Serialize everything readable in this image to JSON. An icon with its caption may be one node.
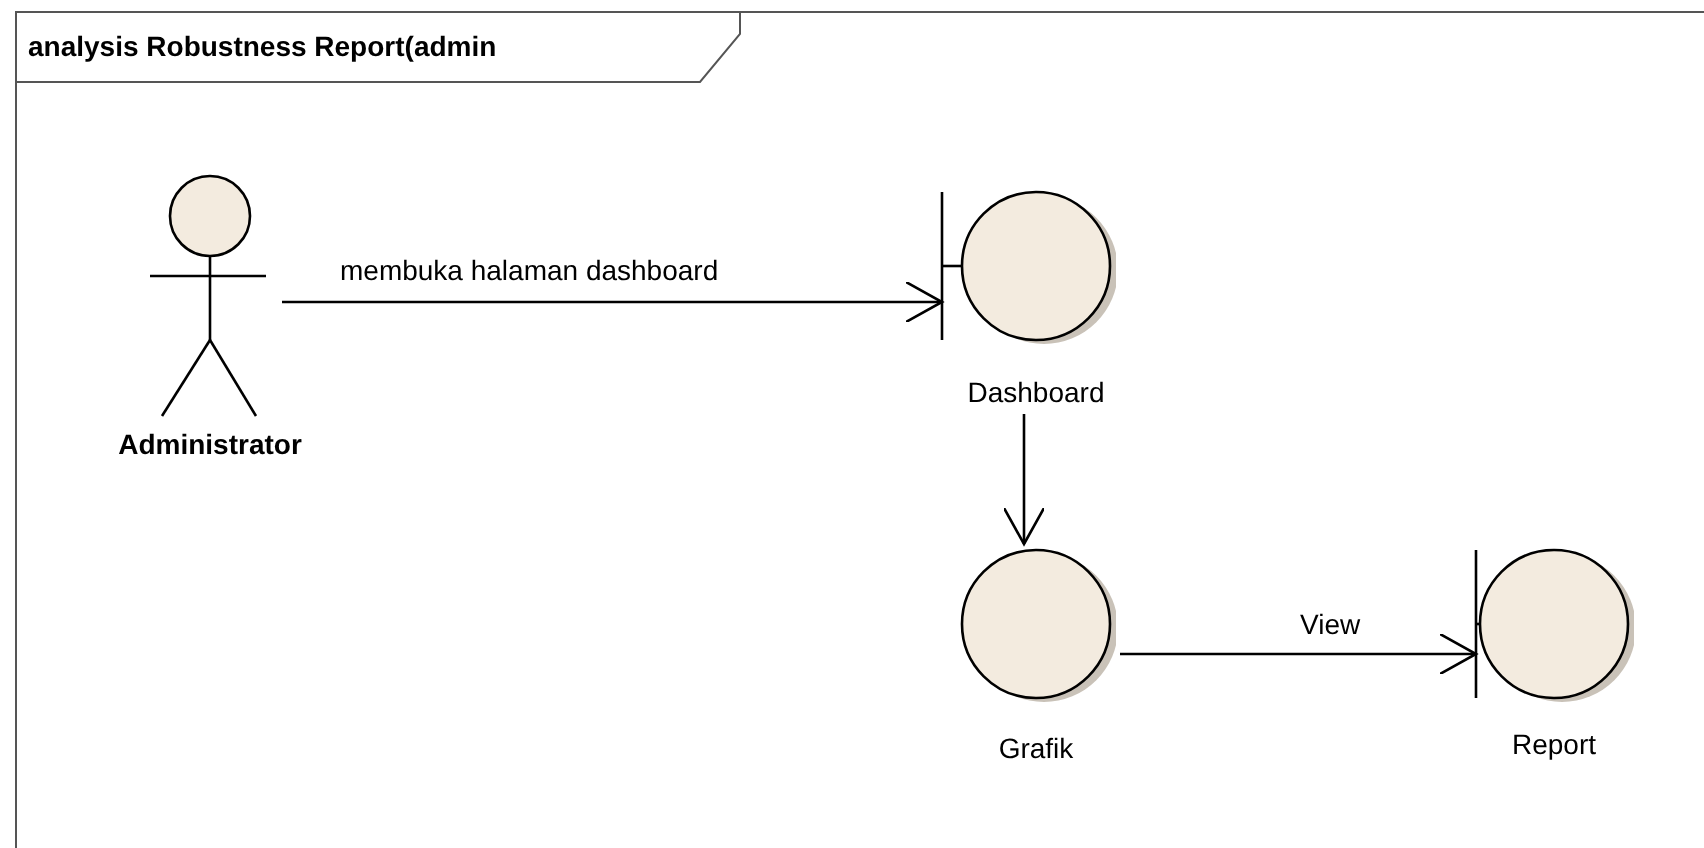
{
  "diagram": {
    "title": "analysis Robustness Report(admin",
    "nodes": [
      {
        "text": [
          "Administrator"
        ]
      },
      {
        "text": [
          "Dashboard"
        ]
      },
      {
        "text": [
          "Grafik"
        ]
      },
      {
        "text": [
          "Report"
        ]
      }
    ],
    "edges": [
      {
        "from": 0,
        "to": 1,
        "arrow": "to",
        "label": "membuka halaman dashboard"
      },
      {
        "from": 1,
        "to": 2,
        "arrow": "to"
      },
      {
        "from": 2,
        "to": 3,
        "arrow": "to",
        "label": "View"
      }
    ]
  }
}
